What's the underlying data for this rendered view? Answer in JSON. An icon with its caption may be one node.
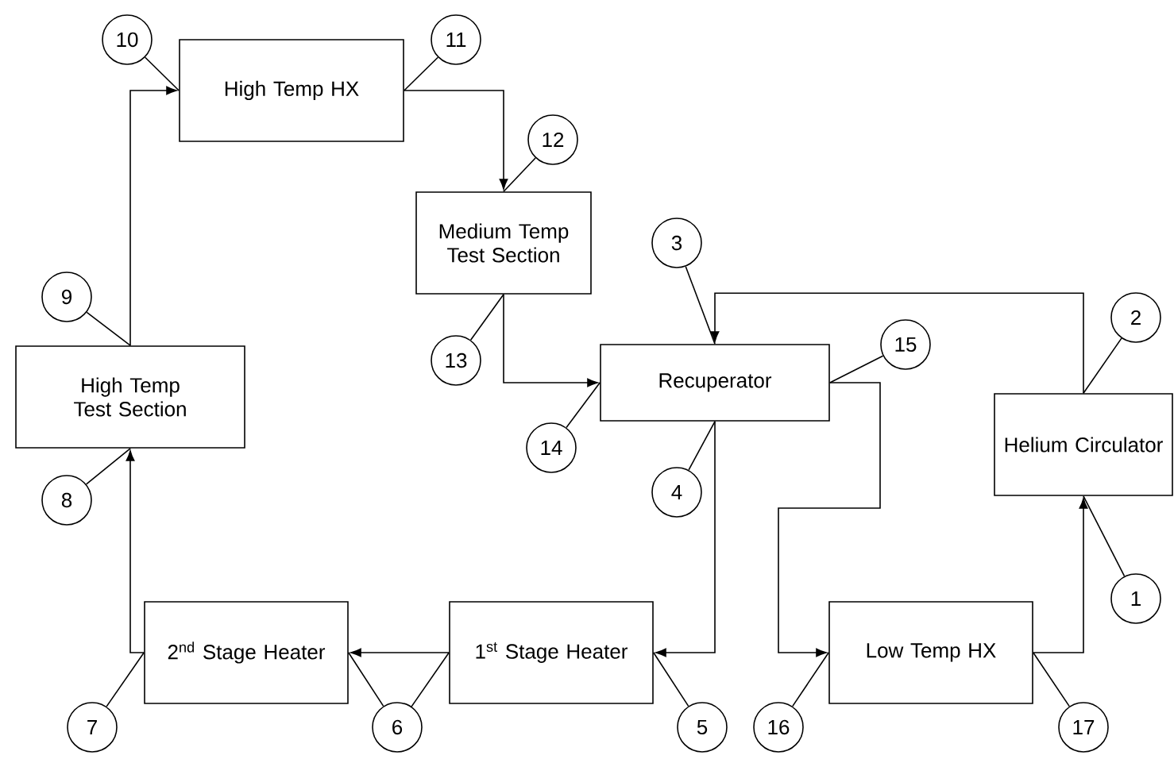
{
  "diagram": {
    "nodes": [
      {
        "text": [
          "High Temp HX"
        ]
      },
      {
        "text": [
          "Medium Temp Test Section"
        ]
      },
      {
        "text": [
          "Recuperator"
        ]
      },
      {
        "text": [
          "High Temp Test Section"
        ]
      },
      {
        "text": [
          "Helium Circulator"
        ]
      },
      {
        "text": [
          "2$^{nd}$ Stage Heater"
        ]
      },
      {
        "text": [
          "1$^{st}$ Stage Heater"
        ]
      },
      {
        "text": [
          "Low Temp HX"
        ]
      },
      {
        "text": [
          "1"
        ]
      },
      {
        "text": [
          "2"
        ]
      },
      {
        "text": [
          "3"
        ]
      },
      {
        "text": [
          "4"
        ]
      },
      {
        "text": [
          "5"
        ]
      },
      {
        "text": [
          "6"
        ]
      },
      {
        "text": [
          "7"
        ]
      },
      {
        "text": [
          "8"
        ]
      },
      {
        "text": [
          "9"
        ]
      },
      {
        "text": [
          "10"
        ]
      },
      {
        "text": [
          "11"
        ]
      },
      {
        "text": [
          "12"
        ]
      },
      {
        "text": [
          "13"
        ]
      },
      {
        "text": [
          "14"
        ]
      },
      {
        "text": [
          "15"
        ]
      },
      {
        "text": [
          "16"
        ]
      },
      {
        "text": [
          "17"
        ]
      }
    ],
    "edges": [
      {
        "from": 2,
        "to": 6,
        "arrow": "to"
      },
      {
        "from": 6,
        "to": 5,
        "arrow": "to"
      },
      {
        "from": 5,
        "to": 3,
        "arrow": "to"
      },
      {
        "from": 3,
        "to": 0,
        "arrow": "to"
      },
      {
        "from": 0,
        "to": 1,
        "arrow": "to"
      },
      {
        "from": 1,
        "to": 2,
        "arrow": "to"
      },
      {
        "from": 2,
        "to": 7,
        "arrow": "to"
      },
      {
        "from": 7,
        "to": 4,
        "arrow": "to"
      },
      {
        "from": 4,
        "to": 2,
        "arrow": "to"
      },
      {
        "from": 8,
        "to": 4,
        "arrow": "none"
      },
      {
        "from": 9,
        "to": 4,
        "arrow": "none"
      },
      {
        "from": 10,
        "to": 2,
        "arrow": "none"
      },
      {
        "from": 11,
        "to": 2,
        "arrow": "none"
      },
      {
        "from": 12,
        "to": 6,
        "arrow": "none"
      },
      {
        "from": 13,
        "to": 5,
        "arrow": "none"
      },
      {
        "from": 13,
        "to": 6,
        "arrow": "none"
      },
      {
        "from": 14,
        "to": 5,
        "arrow": "none"
      },
      {
        "from": 15,
        "to": 3,
        "arrow": "none"
      },
      {
        "from": 16,
        "to": 3,
        "arrow": "none"
      },
      {
        "from": 17,
        "to": 0,
        "arrow": "none"
      },
      {
        "from": 18,
        "to": 0,
        "arrow": "none"
      },
      {
        "from": 19,
        "to": 1,
        "arrow": "none"
      },
      {
        "from": 20,
        "to": 1,
        "arrow": "none"
      },
      {
        "from": 21,
        "to": 2,
        "arrow": "none"
      },
      {
        "from": 22,
        "to": 2,
        "arrow": "none"
      },
      {
        "from": 23,
        "to": 7,
        "arrow": "none"
      },
      {
        "from": 24,
        "to": 7,
        "arrow": "none"
      }
    ]
  }
}
